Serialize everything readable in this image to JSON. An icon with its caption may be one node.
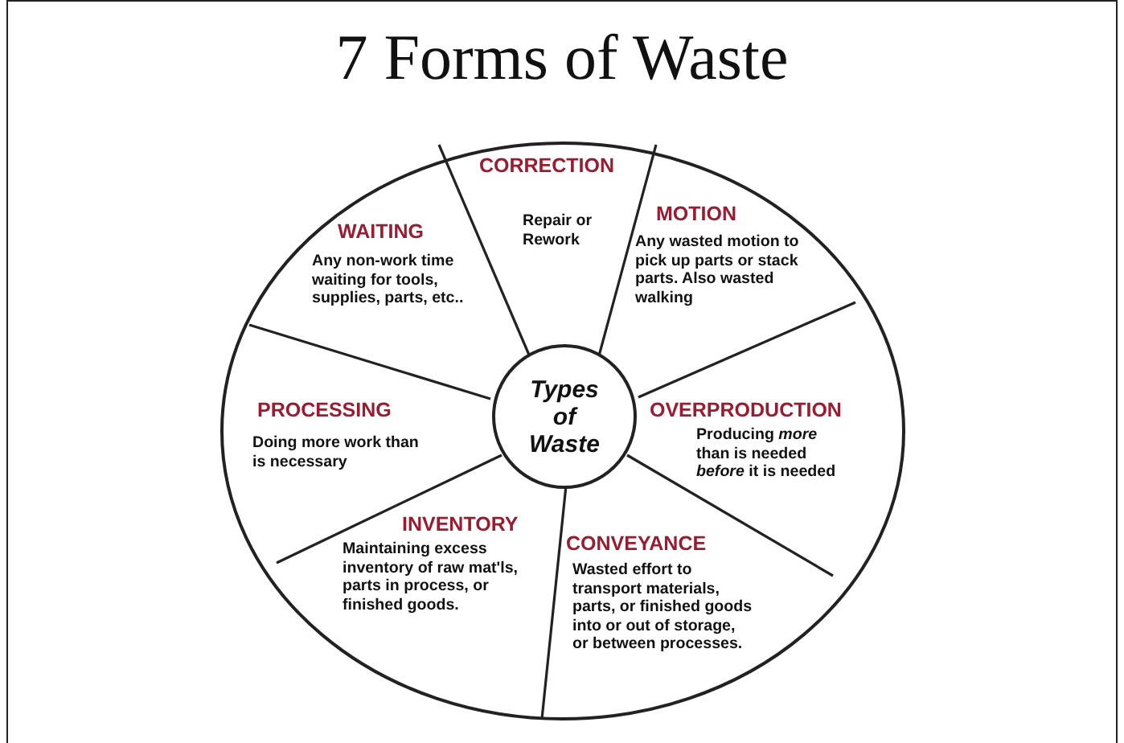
{
  "diagram": {
    "title": "7 Forms of Waste",
    "nodes": [
      {
        "text": [],
        "shape": "circle"
      },
      {
        "text": [
          "Types of Waste"
        ],
        "in": 0
      },
      {
        "text": [
          "CORRECTION",
          "Repair or Rework"
        ],
        "in": 0
      },
      {
        "text": [
          "WAITING",
          "Any non-work time waiting for tools, supplies, parts, etc.."
        ],
        "in": 0
      },
      {
        "text": [
          "MOTION",
          "Any wasted motion to pick up parts or stack parts. Also wasted walking"
        ],
        "in": 0
      },
      {
        "text": [
          "PROCESSING",
          "Doing more work than is necessary"
        ],
        "in": 0
      },
      {
        "text": [
          "OVERPRODUCTION",
          "Producing *more* than is needed *before* it is needed"
        ],
        "in": 0
      },
      {
        "text": [
          "INVENTORY",
          "Maintaining excess inventory of raw mat'ls, parts in process, or finished goods."
        ],
        "in": 0
      },
      {
        "text": [
          "CONVEYANCE",
          "Wasted effort to transport materials, parts, or finished goods into or out of storage, or between processes."
        ],
        "in": 0
      }
    ]
  }
}
